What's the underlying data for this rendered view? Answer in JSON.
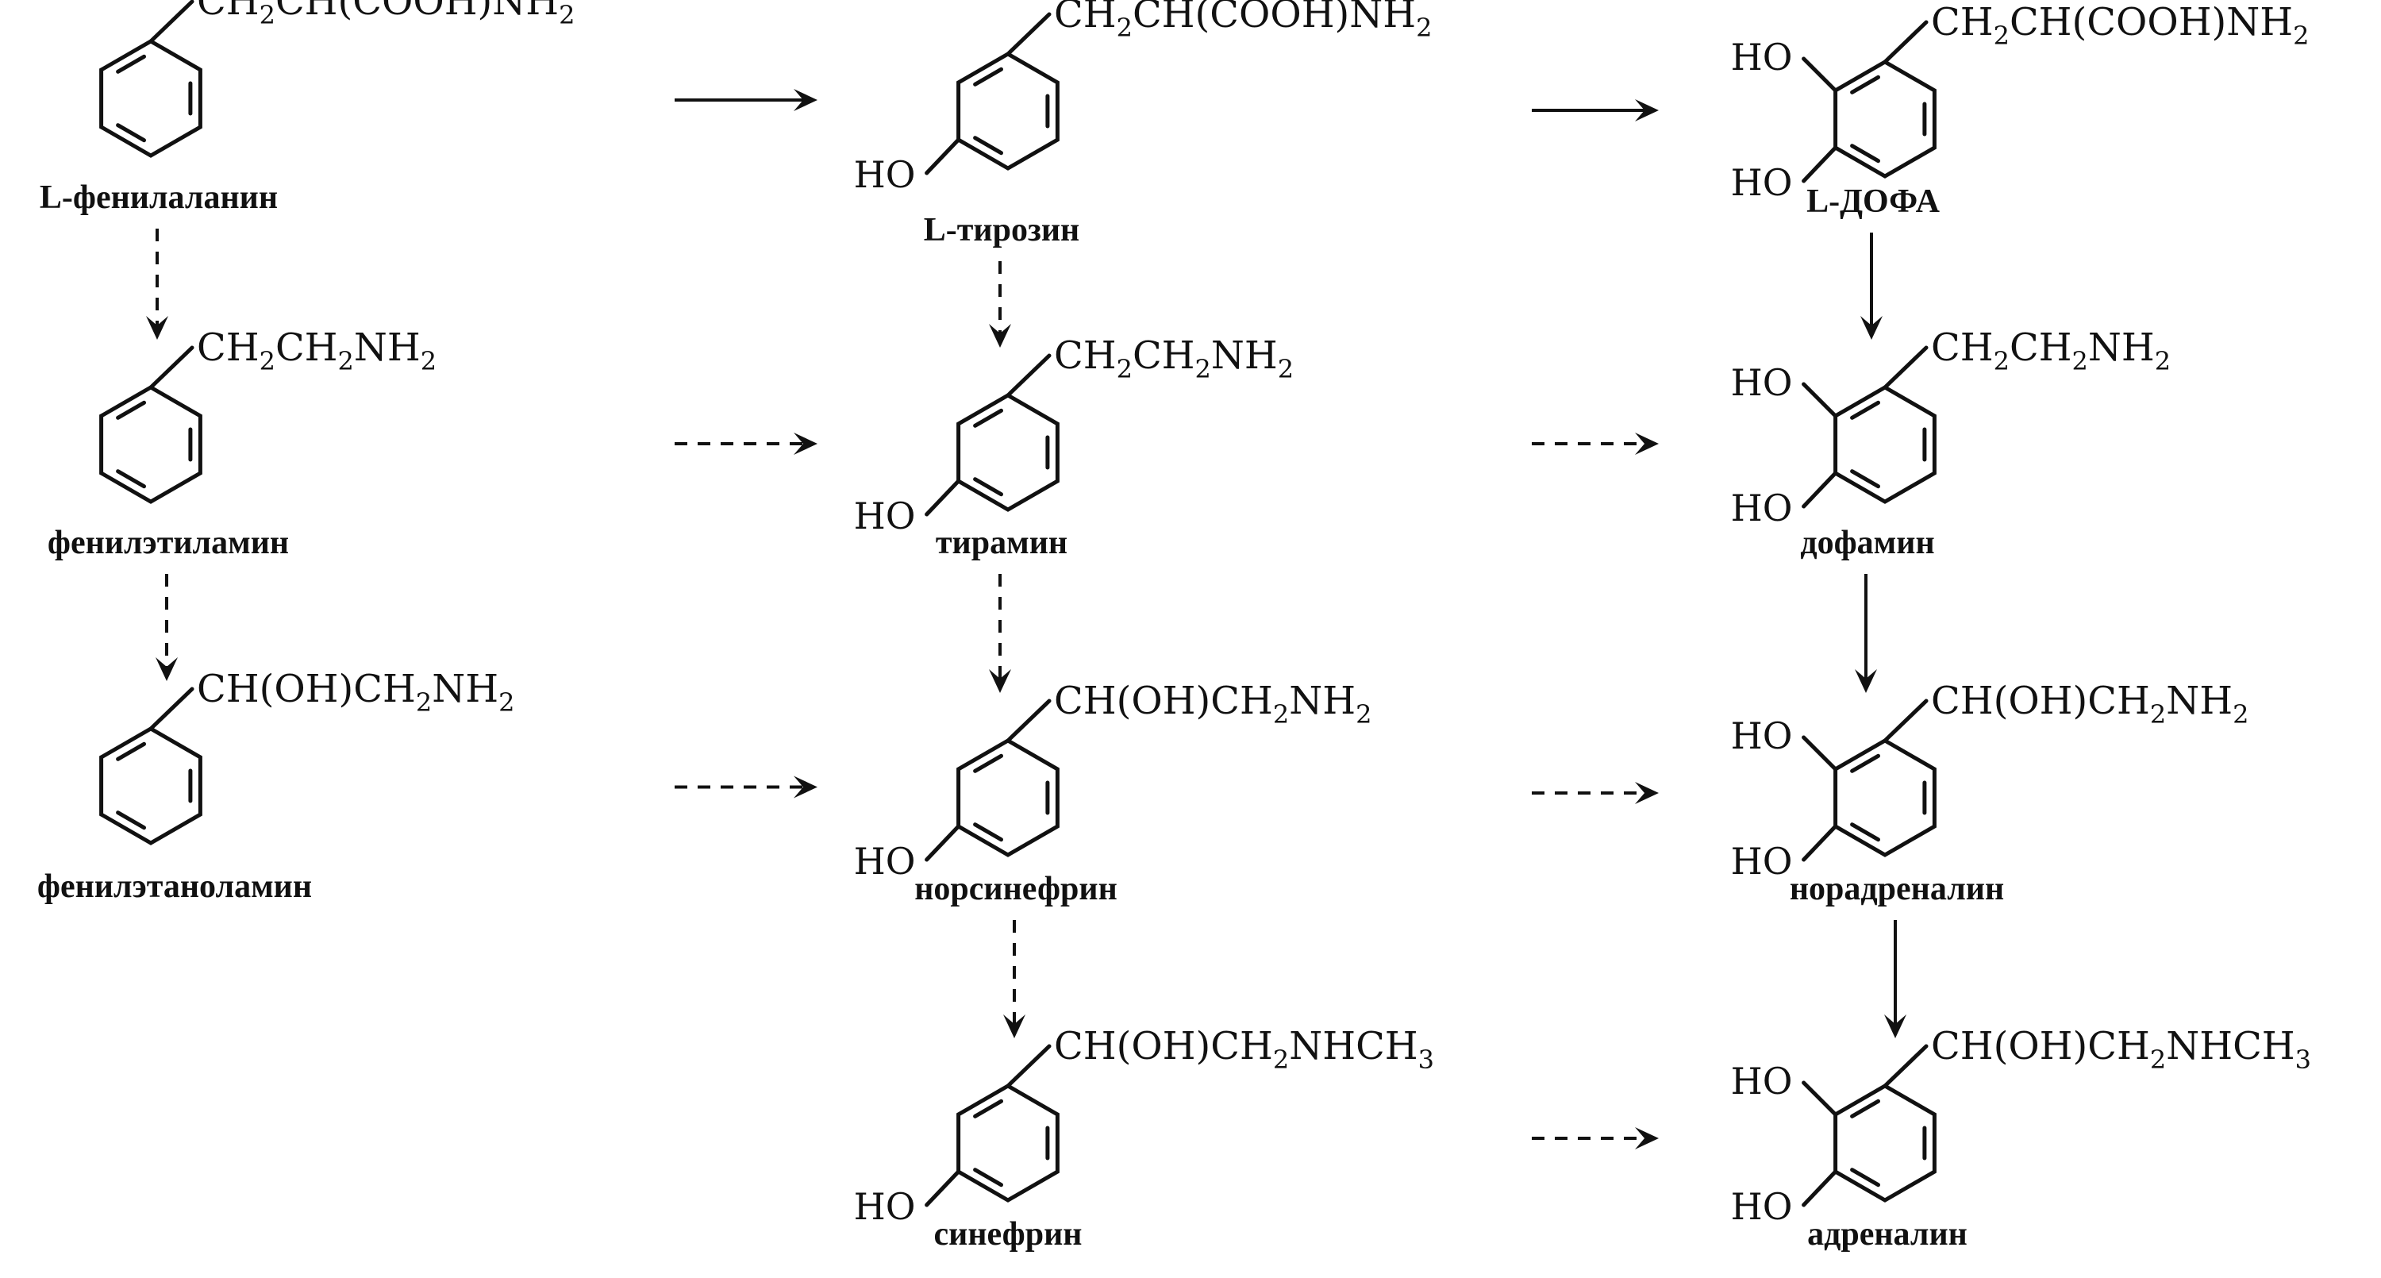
{
  "compounds": [
    {
      "id": "phe",
      "name": "L-фенилаланин",
      "formula": [
        "CH",
        "2",
        "CH(COOH)NH",
        "2"
      ],
      "hydroxyls": 0
    },
    {
      "id": "tyr",
      "name": "L-тирозин",
      "formula": [
        "CH",
        "2",
        "CH(COOH)NH",
        "2"
      ],
      "hydroxyls": 1
    },
    {
      "id": "dopa",
      "name": "L-ДОФА",
      "formula": [
        "CH",
        "2",
        "CH(COOH)NH",
        "2"
      ],
      "hydroxyls": 2
    },
    {
      "id": "pea",
      "name": "фенилэтиламин",
      "formula": [
        "CH",
        "2",
        "CH",
        "2",
        "NH",
        "2"
      ],
      "hydroxyls": 0
    },
    {
      "id": "tyramine",
      "name": "тирамин",
      "formula": [
        "CH",
        "2",
        "CH",
        "2",
        "NH",
        "2"
      ],
      "hydroxyls": 1
    },
    {
      "id": "dopamine",
      "name": "дофамин",
      "formula": [
        "CH",
        "2",
        "CH",
        "2",
        "NH",
        "2"
      ],
      "hydroxyls": 2
    },
    {
      "id": "pea-ol",
      "name": "фенилэтаноламин",
      "formula": [
        "CH(OH)CH",
        "2",
        "NH",
        "2"
      ],
      "hydroxyls": 0
    },
    {
      "id": "norsyn",
      "name": "норсинефрин",
      "formula": [
        "CH(OH)CH",
        "2",
        "NH",
        "2"
      ],
      "hydroxyls": 1
    },
    {
      "id": "norad",
      "name": "норадреналин",
      "formula": [
        "CH(OH)CH",
        "2",
        "NH",
        "2"
      ],
      "hydroxyls": 2
    },
    {
      "id": "syn",
      "name": "синефрин",
      "formula": [
        "CH(OH)CH",
        "2",
        "NHCH",
        "3"
      ],
      "hydroxyls": 1
    },
    {
      "id": "adr",
      "name": "адреналин",
      "formula": [
        "CH(OH)CH",
        "2",
        "NHCH",
        "3"
      ],
      "hydroxyls": 2
    }
  ],
  "hydroxyl_label": "HO",
  "conversions": [
    {
      "from": "phe",
      "to": "tyr",
      "style": "solid"
    },
    {
      "from": "tyr",
      "to": "dopa",
      "style": "solid"
    },
    {
      "from": "phe",
      "to": "pea",
      "style": "dashed"
    },
    {
      "from": "pea",
      "to": "pea-ol",
      "style": "dashed"
    },
    {
      "from": "tyr",
      "to": "tyramine",
      "style": "dashed"
    },
    {
      "from": "tyramine",
      "to": "norsyn",
      "style": "dashed"
    },
    {
      "from": "norsyn",
      "to": "syn",
      "style": "dashed"
    },
    {
      "from": "dopa",
      "to": "dopamine",
      "style": "solid"
    },
    {
      "from": "dopamine",
      "to": "norad",
      "style": "solid"
    },
    {
      "from": "norad",
      "to": "adr",
      "style": "solid"
    },
    {
      "from": "pea",
      "to": "tyramine",
      "style": "dashed"
    },
    {
      "from": "tyramine",
      "to": "dopamine",
      "style": "dashed"
    },
    {
      "from": "pea-ol",
      "to": "norsyn",
      "style": "dashed"
    },
    {
      "from": "norsyn",
      "to": "norad",
      "style": "dashed"
    },
    {
      "from": "syn",
      "to": "adr",
      "style": "dashed"
    }
  ]
}
